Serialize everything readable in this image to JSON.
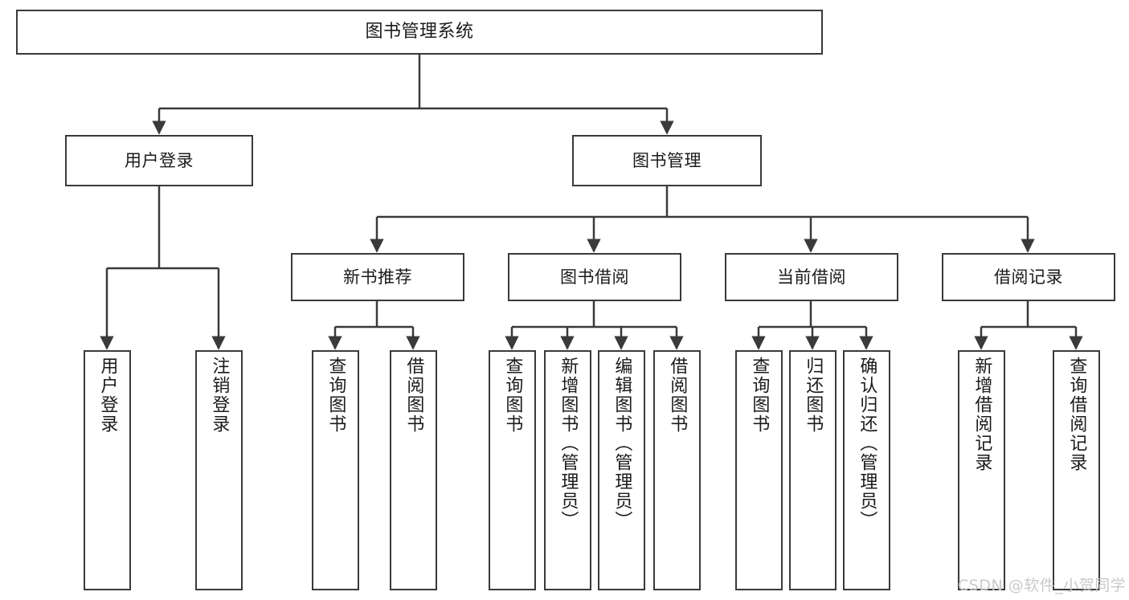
{
  "diagram": {
    "title": "图书管理系统",
    "watermark": "CSDN @软件_小贺同学",
    "colors": {
      "stroke": "#3a3a3a",
      "text": "#1b1b1b",
      "background": "#ffffff",
      "watermark": "#c9c9c9"
    },
    "level2": [
      {
        "label": "用户登录"
      },
      {
        "label": "图书管理"
      }
    ],
    "level3": [
      {
        "label": "新书推荐"
      },
      {
        "label": "图书借阅"
      },
      {
        "label": "当前借阅"
      },
      {
        "label": "借阅记录"
      }
    ],
    "leaves": {
      "user_login": [
        {
          "label": "用户登录"
        },
        {
          "label": "注销登录"
        }
      ],
      "new_book": [
        {
          "label": "查询图书"
        },
        {
          "label": "借阅图书"
        }
      ],
      "book_borrow": [
        {
          "label": "查询图书"
        },
        {
          "label": "新增图书（管理员）"
        },
        {
          "label": "编辑图书（管理员）"
        },
        {
          "label": "借阅图书"
        }
      ],
      "current_borrow": [
        {
          "label": "查询图书"
        },
        {
          "label": "归还图书"
        },
        {
          "label": "确认归还（管理员）"
        }
      ],
      "borrow_record": [
        {
          "label": "新增借阅记录"
        },
        {
          "label": "查询借阅记录"
        }
      ]
    }
  }
}
